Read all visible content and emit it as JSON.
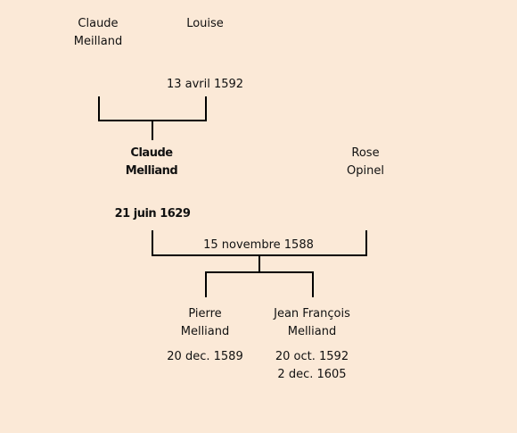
{
  "people": {
    "claude_sr": {
      "first": "Claude",
      "last": "Meilland"
    },
    "louise": {
      "first": "Louise"
    },
    "claude": {
      "first": "Claude",
      "last": "Melliand",
      "death": "21 juin 1629"
    },
    "rose": {
      "first": "Rose",
      "last": "Opinel"
    },
    "pierre": {
      "first": "Pierre",
      "last": "Melliand",
      "birth": "20 dec. 1589"
    },
    "jean": {
      "first": "Jean François",
      "last": "Melliand",
      "birth": "20 oct. 1592",
      "death": "2 dec. 1605"
    }
  },
  "marriages": {
    "m1": "13 avril 1592",
    "m2": "15 novembre 1588"
  }
}
